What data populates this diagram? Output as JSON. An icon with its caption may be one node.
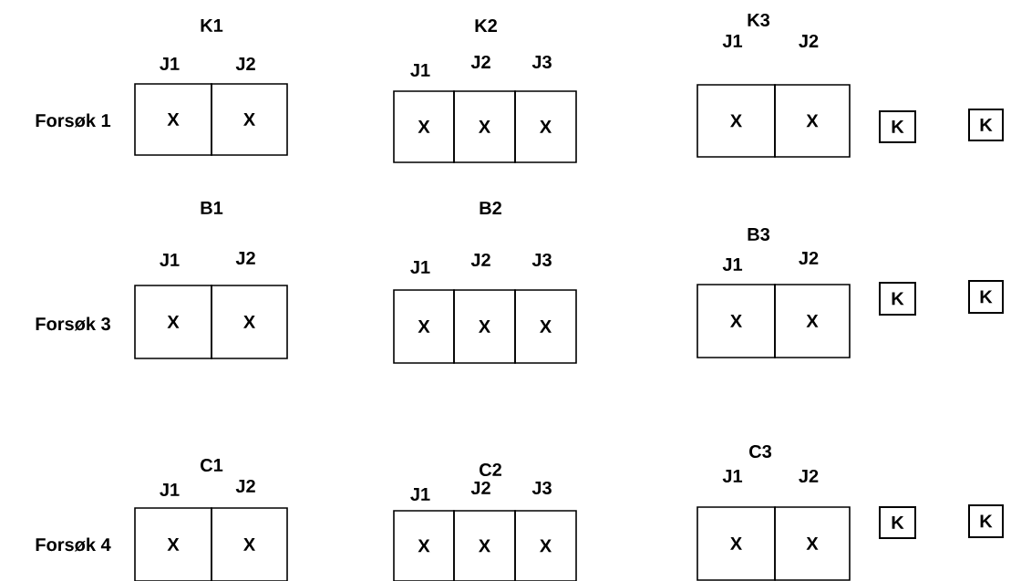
{
  "diagram": {
    "nodes": [
      {
        "text": [
          "X"
        ],
        "beside": [
          "J1"
        ]
      },
      {
        "text": [
          "X"
        ],
        "beside": [
          "J2"
        ]
      },
      {
        "text": [
          "X"
        ],
        "beside": [
          "J1"
        ]
      },
      {
        "text": [
          "X"
        ],
        "beside": [
          "J2"
        ]
      },
      {
        "text": [
          "X"
        ],
        "beside": [
          "J3"
        ]
      },
      {
        "text": [
          "X"
        ],
        "beside": [
          "J1"
        ]
      },
      {
        "text": [
          "X"
        ],
        "beside": [
          "J2"
        ]
      },
      {
        "text": [
          "K"
        ]
      },
      {
        "text": [
          "K"
        ]
      },
      {
        "text": [
          "X"
        ],
        "beside": [
          "J1"
        ]
      },
      {
        "text": [
          "X"
        ],
        "beside": [
          "J2"
        ]
      },
      {
        "text": [
          "X"
        ],
        "beside": [
          "J1"
        ]
      },
      {
        "text": [
          "X"
        ],
        "beside": [
          "J2"
        ]
      },
      {
        "text": [
          "X"
        ],
        "beside": [
          "J3"
        ]
      },
      {
        "text": [
          "X"
        ],
        "beside": [
          "J1"
        ]
      },
      {
        "text": [
          "X"
        ],
        "beside": [
          "J2"
        ]
      },
      {
        "text": [
          "K"
        ]
      },
      {
        "text": [
          "K"
        ]
      },
      {
        "text": [
          "X"
        ],
        "beside": [
          "J1"
        ]
      },
      {
        "text": [
          "X"
        ],
        "beside": [
          "J2"
        ]
      },
      {
        "text": [
          "X"
        ],
        "beside": [
          "J1"
        ]
      },
      {
        "text": [
          "X"
        ],
        "beside": [
          "J2"
        ]
      },
      {
        "text": [
          "X"
        ],
        "beside": [
          "J3"
        ]
      },
      {
        "text": [
          "X"
        ],
        "beside": [
          "J1"
        ]
      },
      {
        "text": [
          "X"
        ],
        "beside": [
          "J2"
        ]
      },
      {
        "text": [
          "K"
        ]
      },
      {
        "text": [
          "K"
        ]
      }
    ],
    "labels": [
      "K1",
      "K2",
      "K3",
      "Forsøk 1",
      "B1",
      "B2",
      "B3",
      "Forsøk 3",
      "C1",
      "C2",
      "C3",
      "Forsøk 4"
    ]
  }
}
